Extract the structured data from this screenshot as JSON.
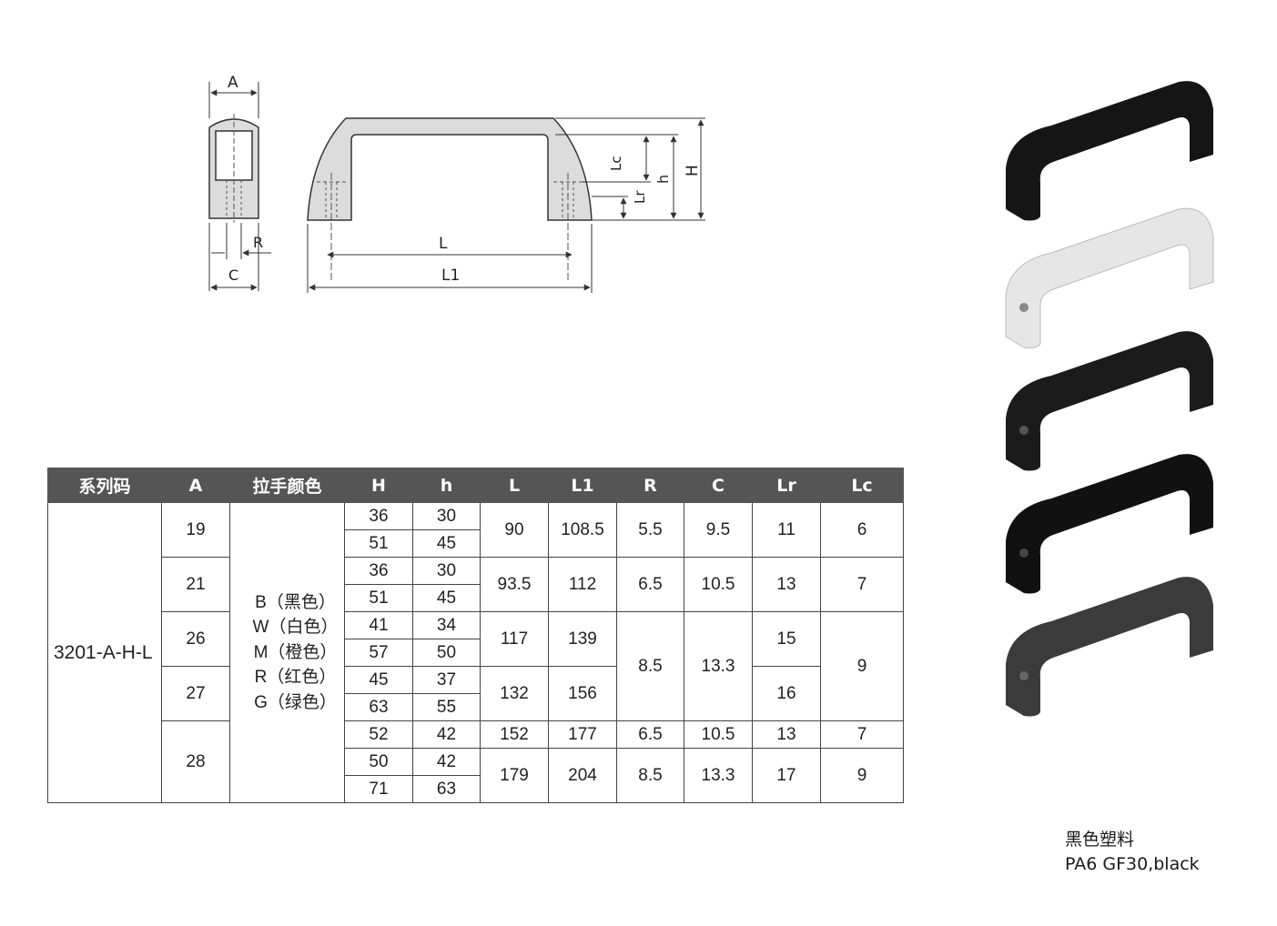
{
  "drawing": {
    "labels": {
      "A": "A",
      "R": "R",
      "C": "C",
      "L": "L",
      "L1": "L1",
      "Lc": "Lc",
      "Lr": "Lr",
      "h": "h",
      "H": "H"
    }
  },
  "table": {
    "headers": [
      "系列码",
      "A",
      "拉手颜色",
      "H",
      "h",
      "L",
      "L1",
      "R",
      "C",
      "Lr",
      "Lc"
    ],
    "series": "3201-A-H-L",
    "colors": [
      "B（黑色）",
      "W（白色）",
      "M（橙色）",
      "R（红色）",
      "G（绿色）"
    ],
    "A": [
      "19",
      "21",
      "26",
      "27",
      "28"
    ],
    "H": [
      "36",
      "51",
      "36",
      "51",
      "41",
      "57",
      "45",
      "63",
      "52",
      "50",
      "71"
    ],
    "h": [
      "30",
      "45",
      "30",
      "45",
      "34",
      "50",
      "37",
      "55",
      "42",
      "42",
      "63"
    ],
    "L": [
      "90",
      "93.5",
      "117",
      "132",
      "152",
      "179"
    ],
    "L1": [
      "108.5",
      "112",
      "139",
      "156",
      "177",
      "204"
    ],
    "R": [
      "5.5",
      "6.5",
      "8.5",
      "6.5",
      "8.5"
    ],
    "C": [
      "9.5",
      "10.5",
      "13.3",
      "10.5",
      "13.3"
    ],
    "Lr": [
      "11",
      "13",
      "15",
      "16",
      "13",
      "17"
    ],
    "Lc": [
      "6",
      "7",
      "9",
      "7",
      "9"
    ]
  },
  "photos": {
    "handle_colors": [
      "#151515",
      "#e6e6e6",
      "#1b1b1b",
      "#111111",
      "#3b3b3b"
    ]
  },
  "material": {
    "line1": "黑色塑料",
    "line2": "PA6 GF30,black"
  }
}
